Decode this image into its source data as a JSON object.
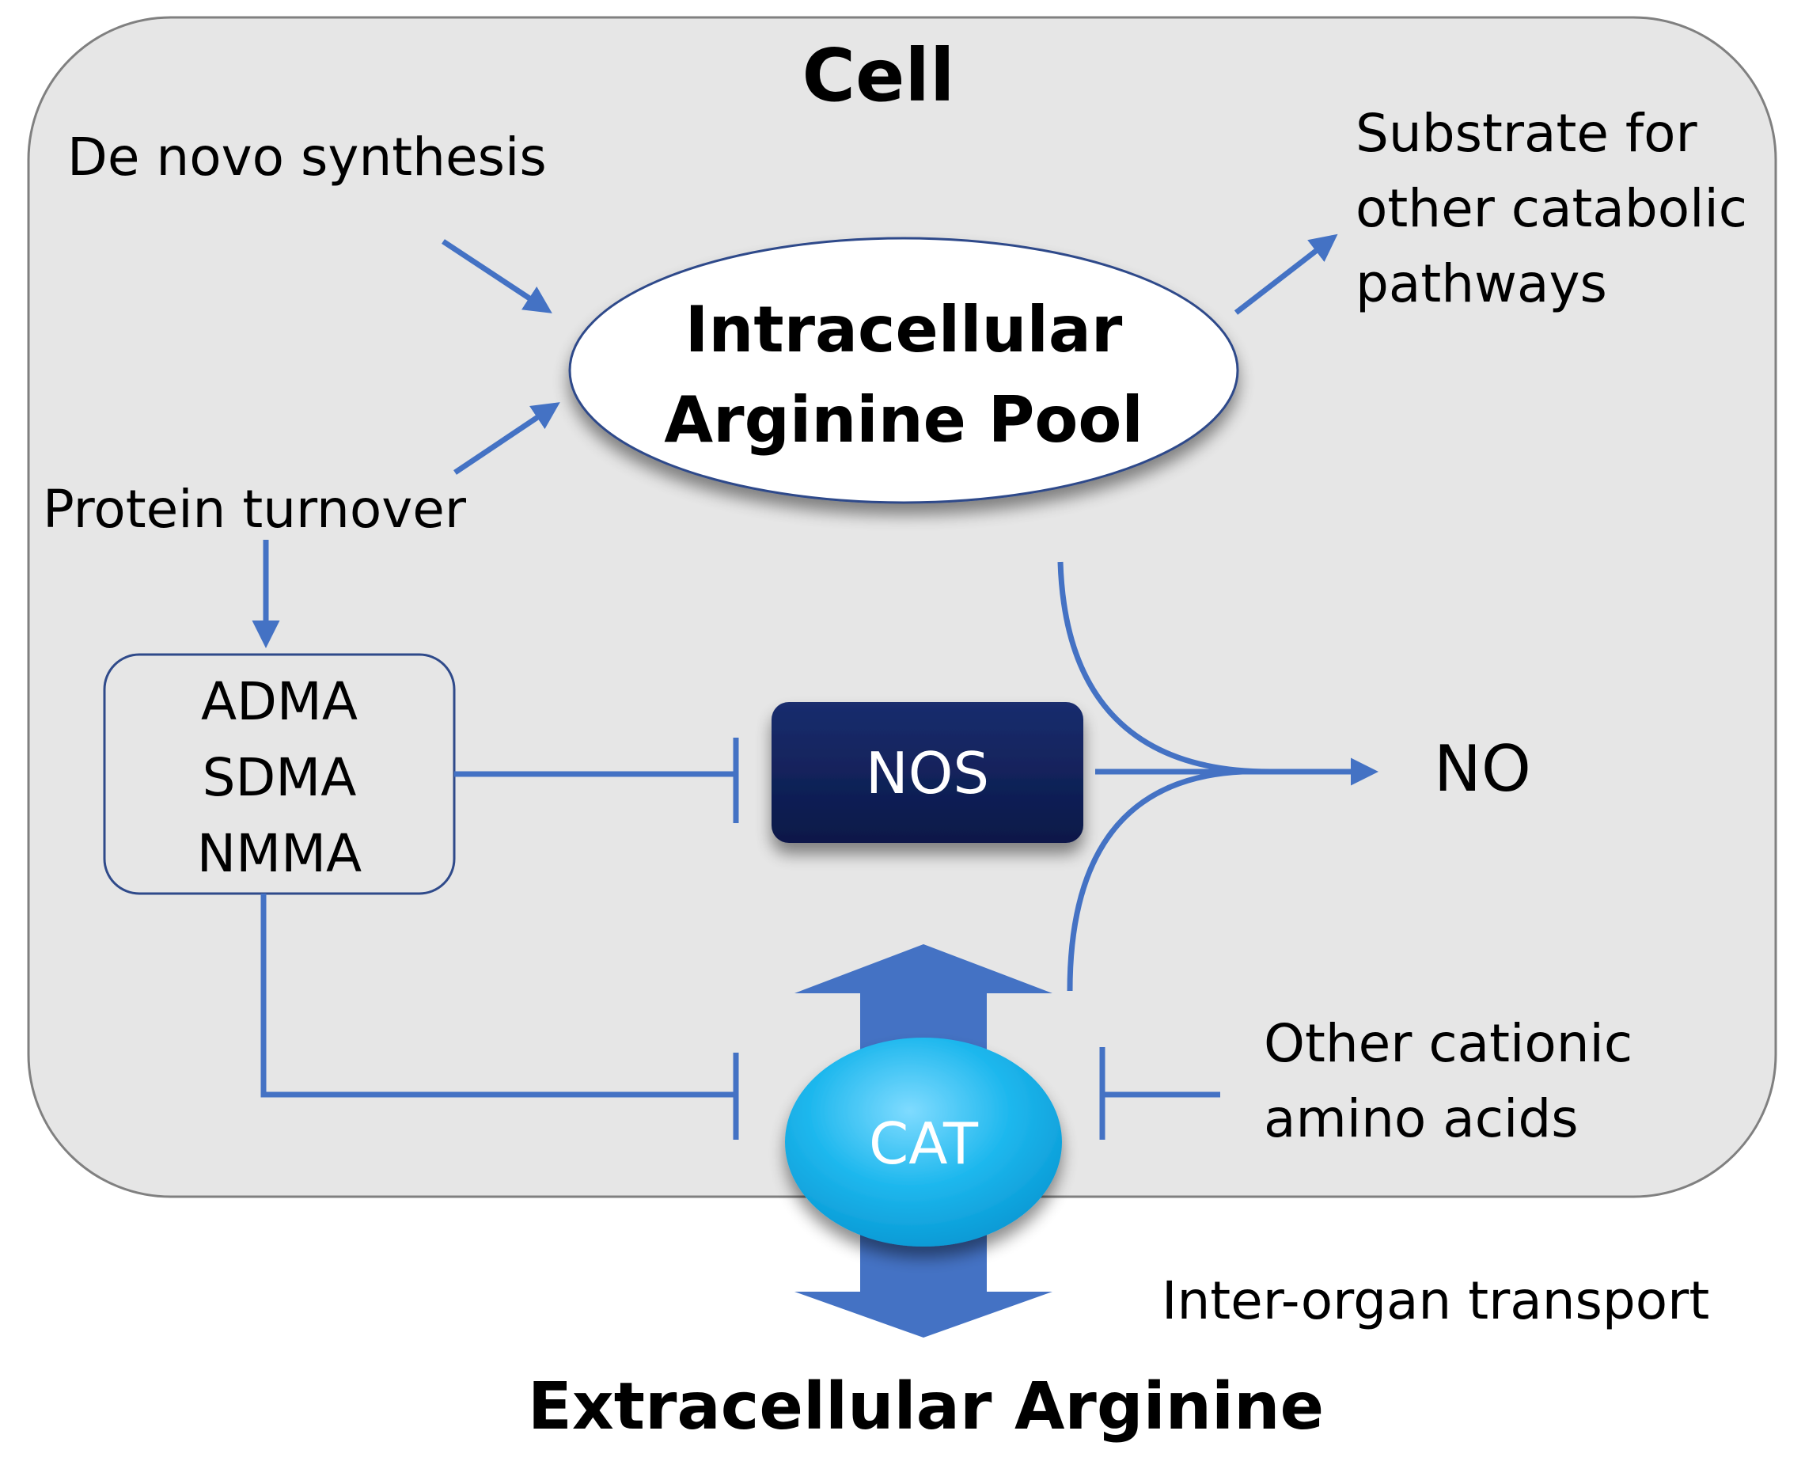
{
  "cell": {
    "title": "Cell"
  },
  "inputs": {
    "de_novo": "De novo synthesis",
    "protein_turnover": "Protein turnover"
  },
  "pool": {
    "line1": "Intracellular",
    "line2": "Arginine Pool"
  },
  "substrate": {
    "line1": "Substrate for",
    "line2": "other catabolic",
    "line3": "pathways"
  },
  "inhibitors": [
    "ADMA",
    "SDMA",
    "NMMA"
  ],
  "enzyme": {
    "label": "NOS"
  },
  "product": {
    "label": "NO"
  },
  "transporter": {
    "label": "CAT"
  },
  "competitors": {
    "line1": "Other cationic",
    "line2": "amino acids"
  },
  "transport": {
    "label": "Inter-organ transport"
  },
  "extracellular": {
    "label": "Extracellular Arginine"
  },
  "colors": {
    "arrow": "#4472C4",
    "cell_fill": "#E6E6E6",
    "cell_border": "#7F7F7F",
    "nos_fill": "#0E1F5B",
    "cat_fill": "#1FB8EE",
    "box_border": "#2F4A8A"
  }
}
